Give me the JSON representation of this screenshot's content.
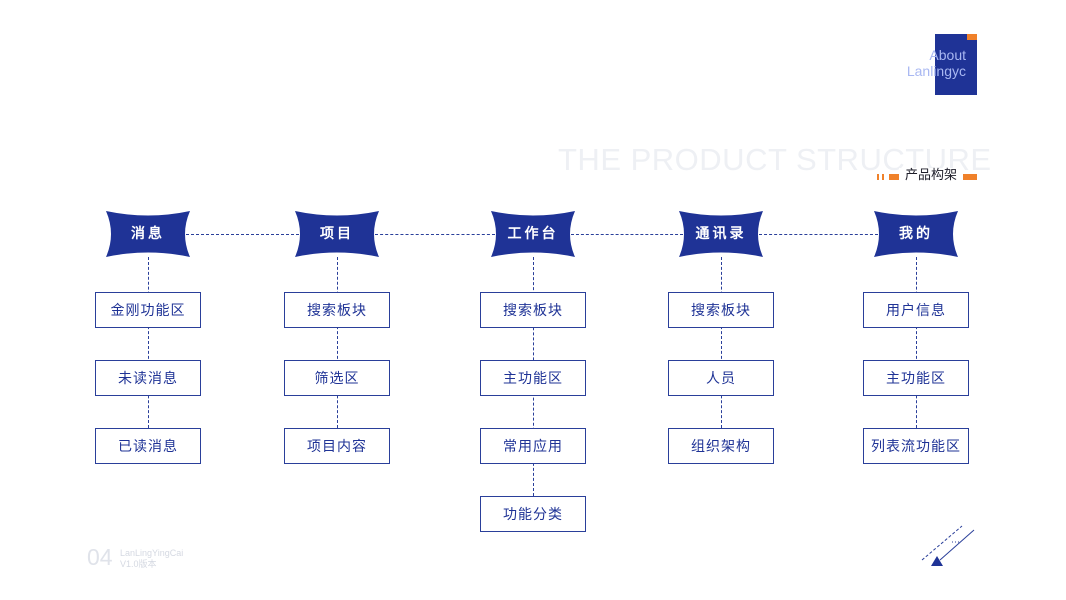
{
  "header": {
    "about_line1": "About",
    "about_line2": "Lanlingyc",
    "background_title": "THE PRODUCT STRUCTURE",
    "section_title": "产品构架"
  },
  "diagram": {
    "columns": [
      {
        "head": "消息",
        "items": [
          "金刚功能区",
          "未读消息",
          "已读消息"
        ]
      },
      {
        "head": "项目",
        "items": [
          "搜索板块",
          "筛选区",
          "项目内容"
        ]
      },
      {
        "head": "工作台",
        "items": [
          "搜索板块",
          "主功能区",
          "常用应用",
          "功能分类"
        ]
      },
      {
        "head": "通讯录",
        "items": [
          "搜索板块",
          "人员",
          "组织架构"
        ]
      },
      {
        "head": "我的",
        "items": [
          "用户信息",
          "主功能区",
          "列表流功能区"
        ]
      }
    ]
  },
  "footer": {
    "page_number": "04",
    "brand": "LanLingYingCai",
    "version": "V1.0版本"
  },
  "colors": {
    "primary": "#1f3396",
    "accent": "#f0812a",
    "about_text": "#a9b8f2"
  }
}
